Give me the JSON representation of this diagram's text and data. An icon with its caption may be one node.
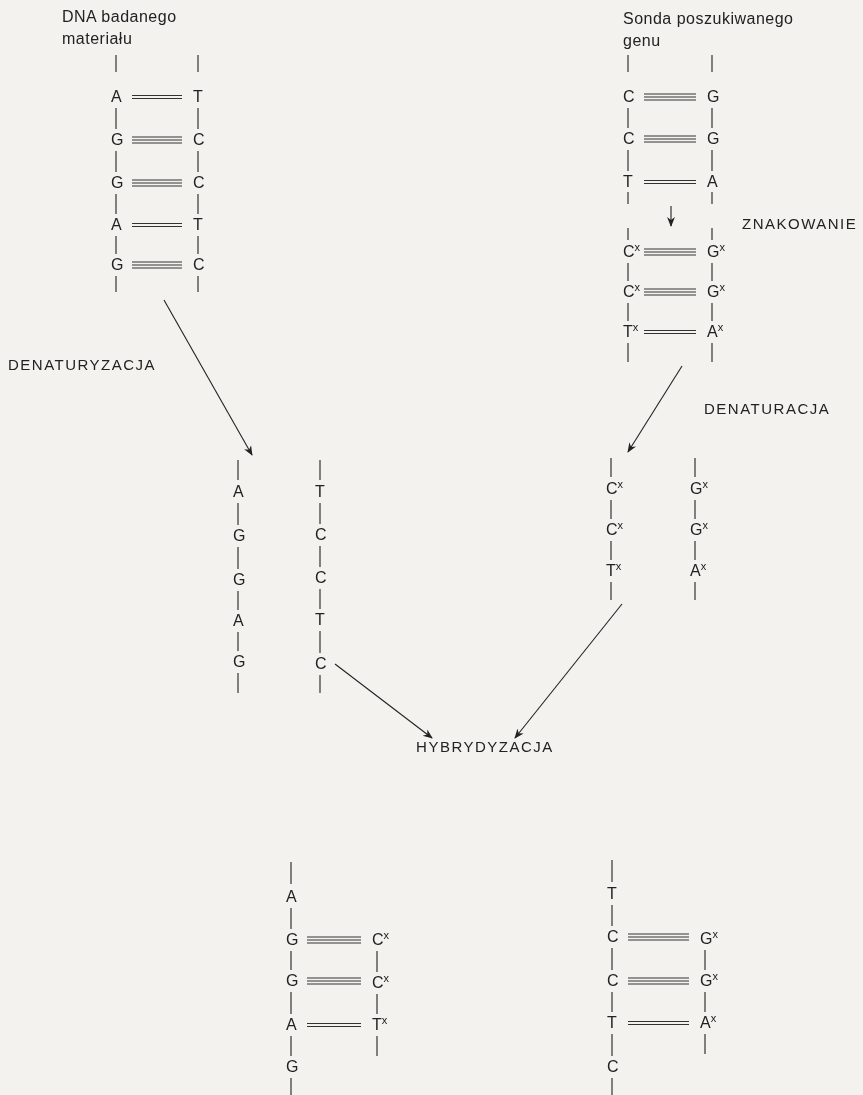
{
  "diagram": {
    "nodes": [
      {
        "text": [
          "DNA badanego materiału",
          "A",
          "T",
          "G",
          "C",
          "G",
          "C",
          "A",
          "T",
          "G",
          "C"
        ]
      },
      {
        "text": [
          "Sonda poszukiwanego genu",
          "C",
          "G",
          "C",
          "G",
          "T",
          "A"
        ]
      },
      {
        "text": [
          "C$^{x}$",
          "G$^{x}$",
          "C$^{x}$",
          "G$^{x}$",
          "T$^{x}$",
          "A$^{x}$"
        ]
      },
      {
        "text": [
          "A",
          "G",
          "G",
          "A",
          "G"
        ]
      },
      {
        "text": [
          "T",
          "C",
          "C",
          "T",
          "C"
        ]
      },
      {
        "text": [
          "C$^{x}$",
          "C$^{x}$",
          "T$^{x}$"
        ]
      },
      {
        "text": [
          "G$^{x}$",
          "G$^{x}$",
          "A$^{x}$"
        ]
      },
      {
        "text": [
          "HYBRYDYZACJA"
        ]
      },
      {
        "text": [
          "A",
          "G",
          "C$^{x}$",
          "G",
          "C$^{x}$",
          "A",
          "T$^{x}$",
          "G"
        ]
      },
      {
        "text": [
          "T",
          "C",
          "G$^{x}$",
          "C",
          "G$^{x}$",
          "T",
          "A$^{x}$",
          "C"
        ]
      }
    ],
    "edges": [
      {
        "from": 0,
        "to": 3,
        "arrow": "to",
        "label": "DENATURYZACJA"
      },
      {
        "from": 1,
        "to": 2,
        "arrow": "to",
        "label": "ZNAKOWANIE"
      },
      {
        "from": 2,
        "to": 5,
        "arrow": "to",
        "label": "DENATURACJA"
      },
      {
        "from": 4,
        "to": 7,
        "arrow": "to"
      },
      {
        "from": 5,
        "to": 7,
        "arrow": "to"
      }
    ]
  }
}
